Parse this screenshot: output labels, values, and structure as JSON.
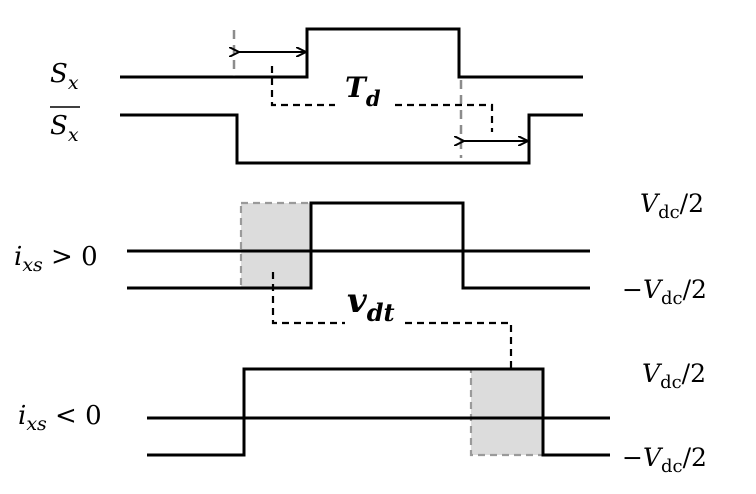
{
  "labels": {
    "sx_base": "S",
    "sx_sub": "x",
    "sxbar_base": "S",
    "sxbar_sub": "x",
    "td_base": "T",
    "td_sub": "d",
    "ixs_pos_base": "i",
    "ixs_pos_sub": "xs",
    "ixs_pos_rel": " > 0",
    "ixs_neg_base": "i",
    "ixs_neg_sub": "xs",
    "ixs_neg_rel": " < 0",
    "vdt_base": "v",
    "vdt_sub": "dt",
    "vdc_pos_a": "V",
    "vdc_pos_a_sub": "dc",
    "vdc_pos_a_tail": "/2",
    "vdc_neg_a": "−V",
    "vdc_neg_a_sub": "dc",
    "vdc_neg_a_tail": "/2",
    "vdc_pos_b": "V",
    "vdc_pos_b_sub": "dc",
    "vdc_pos_b_tail": "/2",
    "vdc_neg_b": "−V",
    "vdc_neg_b_sub": "dc",
    "vdc_neg_b_tail": "/2"
  },
  "colors": {
    "line": "#000000",
    "shade_fill": "#dcdcdc",
    "guide_gray": "#8c8c8c"
  }
}
